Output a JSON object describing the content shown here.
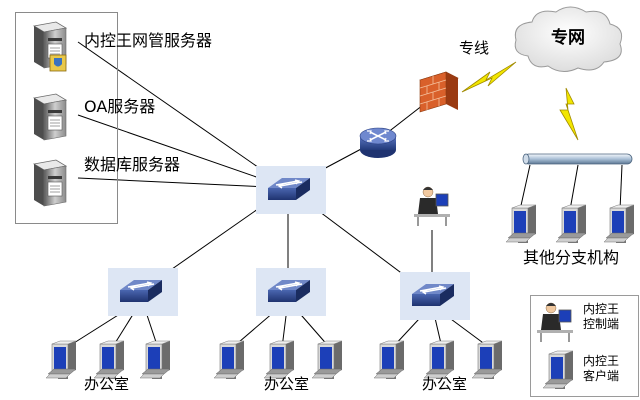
{
  "servers": [
    {
      "label": "内控王网管服务器"
    },
    {
      "label": "OA服务器"
    },
    {
      "label": "数据库服务器"
    }
  ],
  "labels": {
    "dedicated_line": "专线",
    "private_network": "专网",
    "other_branches": "其他分支机构"
  },
  "offices": [
    {
      "label": "办公室"
    },
    {
      "label": "办公室"
    },
    {
      "label": "办公室"
    }
  ],
  "legend": {
    "items": [
      {
        "icon": "admin-console-icon",
        "line1": "内控王",
        "line2": "控制端"
      },
      {
        "icon": "client-pc-icon",
        "line1": "内控王",
        "line2": "客户端"
      }
    ]
  },
  "colors": {
    "switch_blue": "#2f4a8c",
    "highlight_bg": "#dde6f4",
    "firewall_orange": "#d9602a",
    "lightning_yellow": "#f2e600",
    "monitor_blue": "#1c3fb8"
  }
}
